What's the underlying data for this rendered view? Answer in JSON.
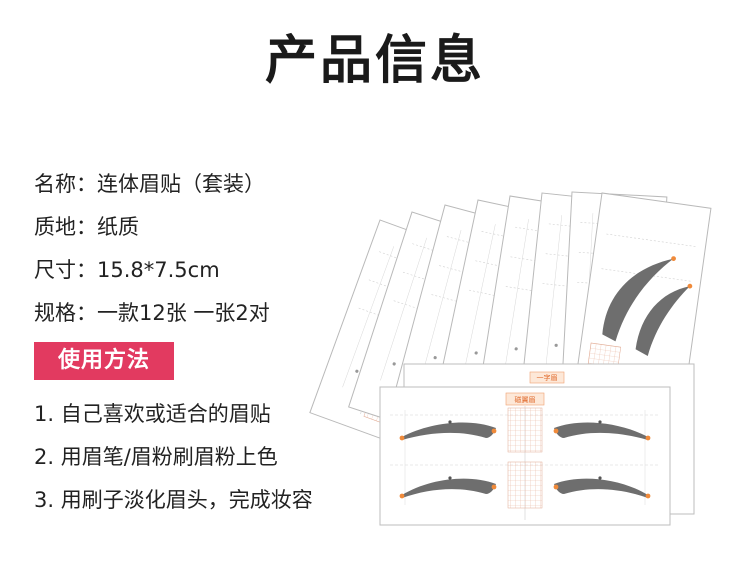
{
  "page_title": "产品信息",
  "info": [
    {
      "label": "名称：",
      "value": "连体眉贴（套装）"
    },
    {
      "label": "质地：",
      "value": "纸质"
    },
    {
      "label": "尺寸：",
      "value": "15.8*7.5cm"
    },
    {
      "label": "规格：",
      "value": "一款12张 一张2对"
    }
  ],
  "usage": {
    "title": "使用方法",
    "steps": [
      "1. 自己喜欢或适合的眉贴",
      "2. 用眉笔/眉粉刷眉粉上色",
      "3. 用刷子淡化眉头，完成妆容"
    ]
  },
  "card": {
    "top_tag": "一字眉",
    "tag": "磁翼眉"
  },
  "colors": {
    "accent": "#e23a60",
    "brow": "#6e6e6e",
    "marker": "#f08a3a"
  }
}
